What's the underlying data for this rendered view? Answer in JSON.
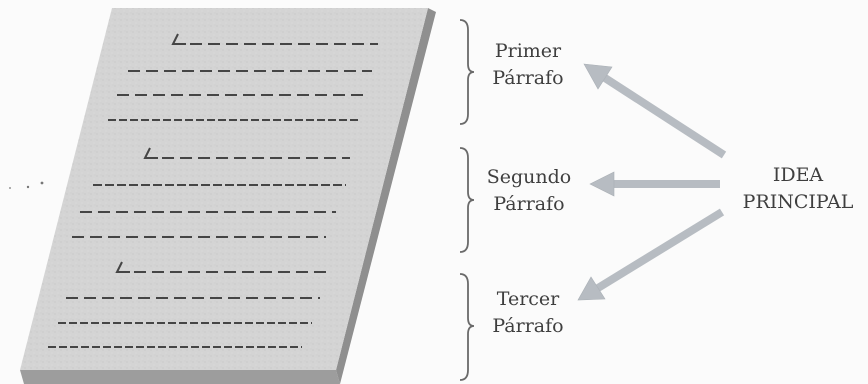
{
  "diagram": {
    "paragraphs": [
      {
        "line1": "Primer",
        "line2": "Párrafo"
      },
      {
        "line1": "Segundo",
        "line2": "Párrafo"
      },
      {
        "line1": "Tercer",
        "line2": "Párrafo"
      }
    ],
    "main_idea": {
      "line1": "IDEA",
      "line2": "PRINCIPAL"
    },
    "colors": {
      "page_face": "#d6d6d6",
      "page_edge": "#9d9d9d",
      "dash_lines": "#454545",
      "brace": "#6a6a6a",
      "arrows": "#b7bcc2",
      "text": "#3f3f3f"
    }
  }
}
